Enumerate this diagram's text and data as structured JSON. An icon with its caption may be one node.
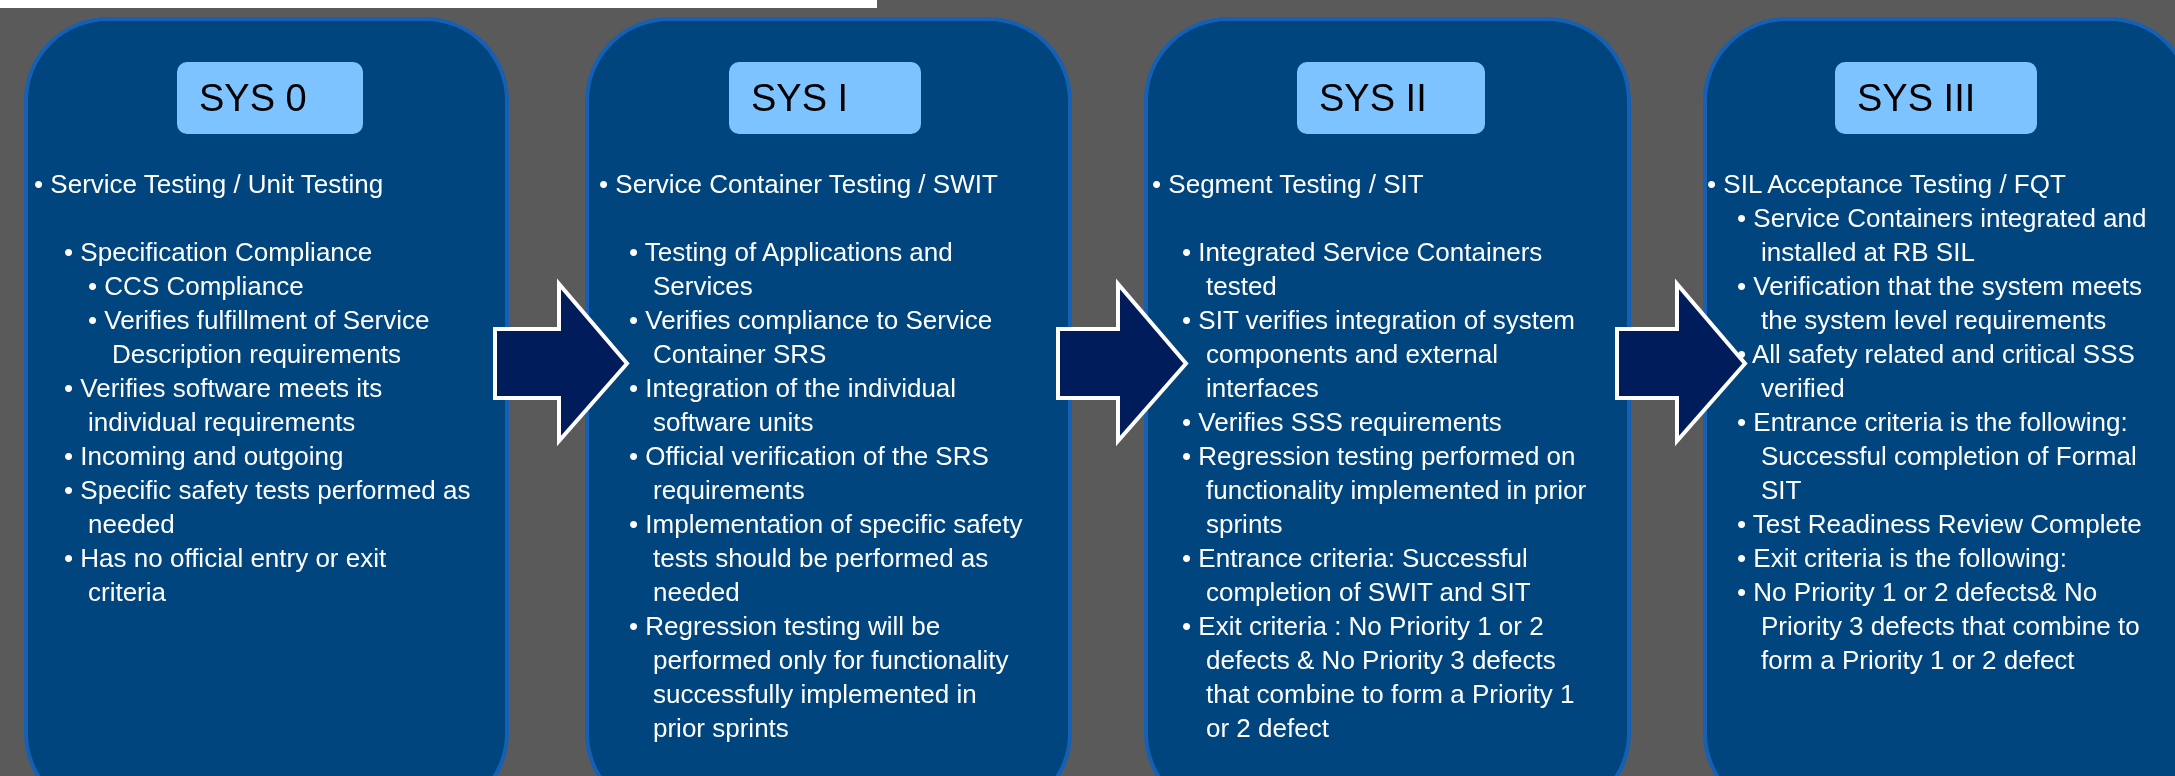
{
  "diagram": {
    "nodes": [
      {
        "text": [
          "• Service Testing / Unit Testing",
          "• Specification Compliance",
          "• CCS Compliance",
          "• Verifies fulfillment of Service Description requirements",
          "• Verifies software meets its individual requirements",
          "• Incoming and outgoing",
          "• Specific safety tests performed as needed",
          "• Has no official entry or exit criteria"
        ]
      },
      {
        "text": [
          "SYS 0"
        ],
        "in": 0
      },
      {
        "text": [
          "• Service Container Testing / SWIT",
          "• Testing of Applications and Services",
          "• Verifies compliance to Service Container SRS",
          "• Integration of the individual software units",
          "• Official verification of the SRS requirements",
          "• Implementation of specific safety tests should be performed as needed",
          "• Regression testing will be performed only for functionality successfully implemented in prior sprints"
        ]
      },
      {
        "text": [
          "SYS I"
        ],
        "in": 2
      },
      {
        "text": [
          "• Segment Testing / SIT",
          "• Integrated Service Containers tested",
          "• SIT verifies integration of system components and external interfaces",
          "• Verifies SSS requirements",
          "• Regression testing performed on functionality implemented in prior sprints",
          "• Entrance criteria: Successful completion of SWIT and SIT",
          "• Exit criteria : No Priority 1 or 2 defects & No Priority 3 defects that combine to form a Priority 1 or 2 defect"
        ]
      },
      {
        "text": [
          "SYS II"
        ],
        "in": 4
      },
      {
        "text": [
          "• SIL Acceptance Testing / FQT",
          "• Service Containers integrated and installed at RB SIL",
          "• Verification that the system meets the system level requirements",
          "• All safety related and critical SSS verified",
          "• Entrance criteria is the following: Successful completion of Formal SIT",
          "• Test Readiness Review Complete",
          "• Exit criteria is the following:",
          "• No Priority 1 or 2 defects& No Priority 3 defects that combine to form a Priority 1 or 2 defect"
        ]
      },
      {
        "text": [
          "SYS III"
        ],
        "in": 6
      }
    ],
    "edges": [
      {
        "from": 0,
        "to": 2,
        "arrow": "to",
        "style": "thick"
      },
      {
        "from": 2,
        "to": 4,
        "arrow": "to",
        "style": "thick"
      },
      {
        "from": 4,
        "to": 6,
        "arrow": "to",
        "style": "thick"
      }
    ]
  }
}
